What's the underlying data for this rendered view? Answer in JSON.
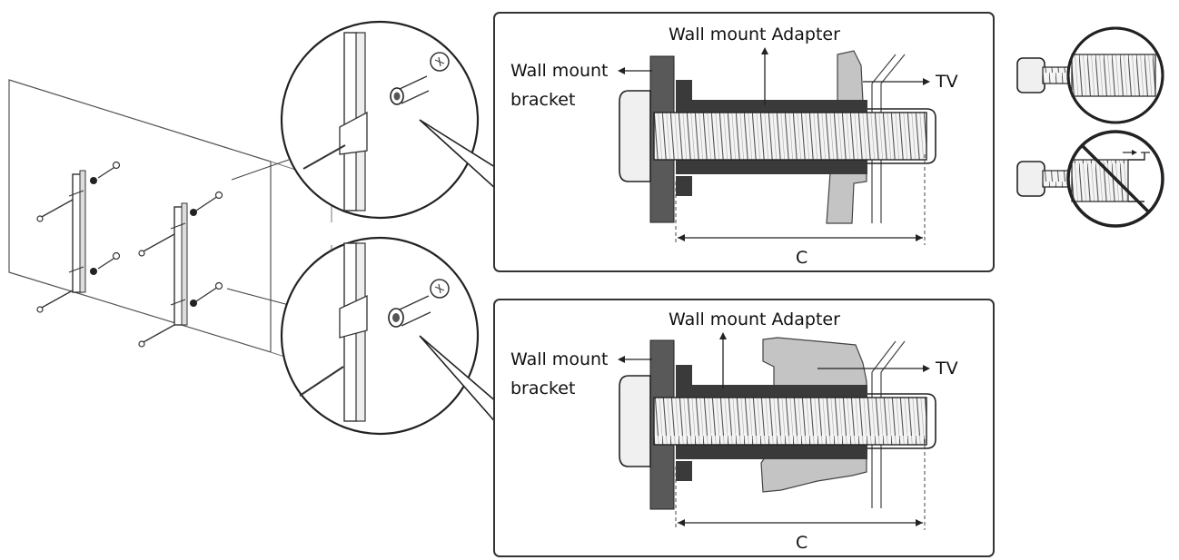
{
  "colors": {
    "line": "#222222",
    "dark_part": "#3a3a3a",
    "bracket": "#5a5a5a",
    "tv_body": "#bdbdbd",
    "screw_fill": "#f2f2f2",
    "panel_border": "#333333"
  },
  "icons": [
    "screw-icon",
    "spacer-icon",
    "bracket-icon",
    "prohibited-icon"
  ],
  "detail_top": {
    "adapter_label": "Wall mount Adapter",
    "bracket_label_line1": "Wall mount",
    "bracket_label_line2": "bracket",
    "tv_label": "TV",
    "dimension_label": "C"
  },
  "detail_bottom": {
    "adapter_label": "Wall mount Adapter",
    "bracket_label_line1": "Wall mount",
    "bracket_label_line2": "bracket",
    "tv_label": "TV",
    "dimension_label": "C"
  }
}
